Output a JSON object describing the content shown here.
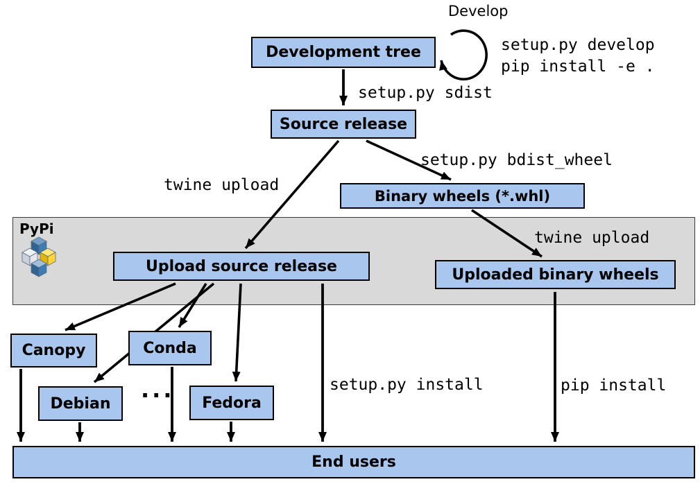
{
  "diagram": {
    "loop": {
      "title": "Develop",
      "cmd_develop": "setup.py develop",
      "cmd_pip_editable": "pip install -e ."
    },
    "nodes": {
      "development_tree": "Development tree",
      "source_release": "Source release",
      "binary_wheels": "Binary wheels (*.whl)",
      "upload_source_release": "Upload source release",
      "uploaded_binary_wheels": "Uploaded binary wheels",
      "canopy": "Canopy",
      "conda": "Conda",
      "debian": "Debian",
      "fedora": "Fedora",
      "more_distros": "...",
      "end_users": "End users"
    },
    "pypi": {
      "label": "PyPi"
    },
    "edge_labels": {
      "sdist": "setup.py sdist",
      "twine_upload_source": "twine upload",
      "bdist_wheel": "setup.py bdist_wheel",
      "twine_upload_wheels": "twine upload",
      "setup_install": "setup.py install",
      "pip_install": "pip install"
    },
    "colors": {
      "node_fill": "#a8c6ee",
      "band_fill": "#d9d9d9",
      "arrow": "#000000",
      "pypi_blue": "#3e7cb1",
      "pypi_yellow": "#ffd43b"
    }
  }
}
